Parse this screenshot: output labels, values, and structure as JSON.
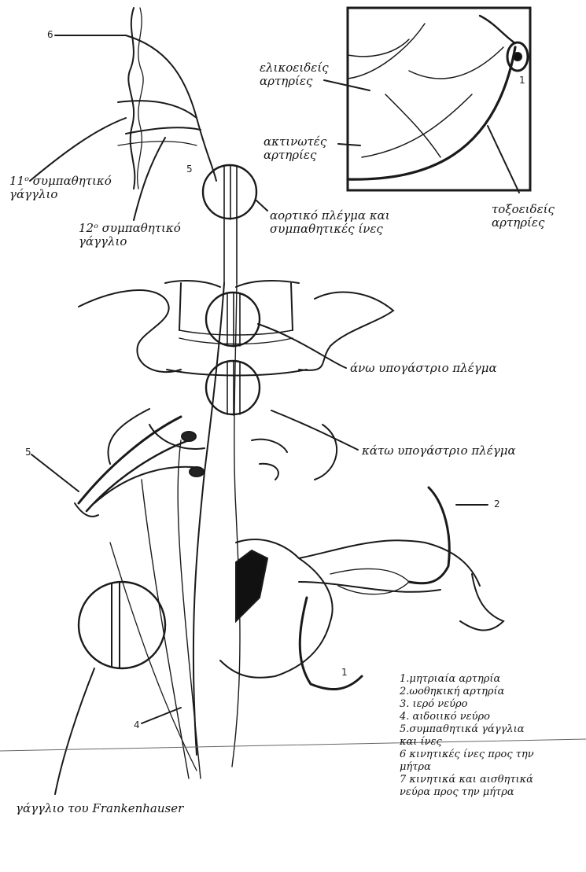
{
  "labels": {
    "ganglion_11": "11ᵒ συμπαθητικό\nγάγγλιο",
    "ganglion_12": "12ᵒ συμπαθητικό\nγάγγλιο",
    "aortic_plexus": "αορτικό πλέγμα και\nσυμπαθητικές ίνες",
    "helicine_arteries": "ελικοειδείς\nαρτηρίες",
    "radial_arteries": "ακτινωτές\nαρτηρίες",
    "arcuate_arteries": "τοξοειδείς\nαρτηρίες",
    "superior_hypogastric": "άνω υπογάστριο πλέγμα",
    "inferior_hypogastric": "κάτω υπογάστριο πλέγμα",
    "frankenhauser": "γάγγλιο του Frankenhauser"
  },
  "numbers": {
    "n6": "6",
    "n5_top": "5",
    "n1_inset": "1",
    "n5_side": "5",
    "n2": "2",
    "n1": "1",
    "n4": "4"
  },
  "legend": [
    "1.μητριαία αρτηρία",
    "2.ωοθηκική αρτηρία",
    "3. ιερό νεύρο",
    "4. αιδοιικό νεύρο",
    "5.συμπαθητικά γάγγλια\nκαι ίνες",
    "6 κινητικές ίνες προς την\nμήτρα",
    "7 κινητικά και αισθητικά\nνεύρα προς την μήτρα"
  ]
}
